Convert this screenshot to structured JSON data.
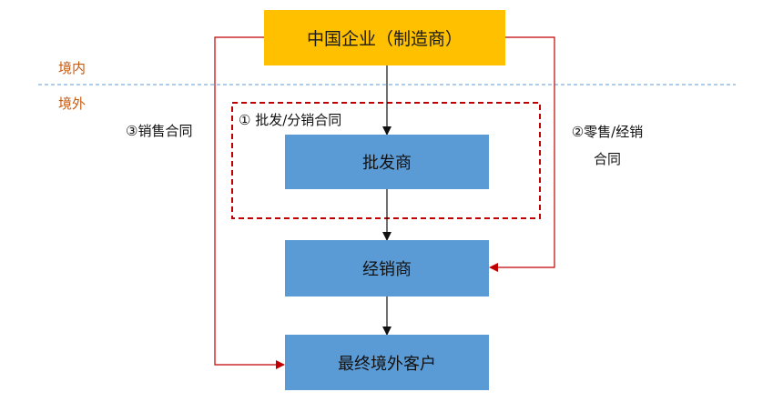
{
  "zones": {
    "domestic": "境内",
    "overseas": "境外"
  },
  "nodes": {
    "manufacturer": "中国企业（制造商）",
    "wholesaler": "批发商",
    "distributor": "经销商",
    "customer": "最终境外客户"
  },
  "edges": {
    "wholesale_contract": "① 批发/分销合同",
    "sales_contract": "③销售合同",
    "retail_contract_line1": "②零售/经销",
    "retail_contract_line2": "合同"
  },
  "colors": {
    "manufacturer_fill": "#ffc000",
    "node_fill": "#5b9bd5",
    "contract_line": "#c00000",
    "zone_text": "#c55a11",
    "border_line": "#5b9bd5"
  }
}
